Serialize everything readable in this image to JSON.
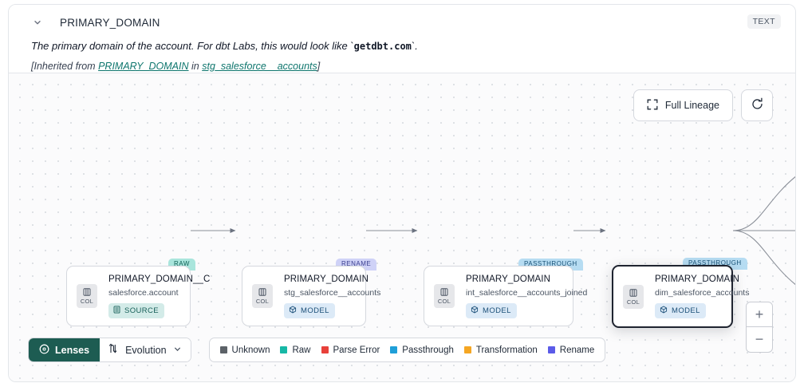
{
  "header": {
    "chevron_icon": "chevron-down-icon",
    "title": "PRIMARY_DOMAIN",
    "type_badge": "TEXT",
    "description_prefix": "The primary domain of the account. For dbt Labs, this would look like `",
    "description_code": "getdbt.com",
    "description_suffix": "`.",
    "inherit_open": "[Inherited from ",
    "inherit_link_column": "PRIMARY_DOMAIN",
    "inherit_mid": " in ",
    "inherit_link_model": "stg_salesforce__accounts",
    "inherit_close": "]"
  },
  "controls": {
    "full_lineage_label": "Full Lineage",
    "full_lineage_icon": "expand-icon",
    "refresh_icon": "refresh-icon",
    "zoom_in_label": "+",
    "zoom_out_label": "−"
  },
  "graph": {
    "col_badge_label": "COL",
    "nodes": [
      {
        "kind_pill": "RAW",
        "kind_class": "pill-raw",
        "title": "PRIMARY_DOMAIN__C",
        "subtitle": "salesforce.account",
        "badge_label": "SOURCE",
        "badge_class": "badge-source",
        "badge_icon": "database-icon",
        "selected": false
      },
      {
        "kind_pill": "RENAME",
        "kind_class": "pill-rename",
        "title": "PRIMARY_DOMAIN",
        "subtitle": "stg_salesforce__accounts",
        "badge_label": "MODEL",
        "badge_class": "badge-model",
        "badge_icon": "cube-icon",
        "selected": false
      },
      {
        "kind_pill": "PASSTHROUGH",
        "kind_class": "pill-passthrough",
        "title": "PRIMARY_DOMAIN",
        "subtitle": "int_salesforce__accounts_joined",
        "badge_label": "MODEL",
        "badge_class": "badge-model",
        "badge_icon": "cube-icon",
        "selected": false
      },
      {
        "kind_pill": "PASSTHROUGH",
        "kind_class": "pill-passthrough",
        "title": "PRIMARY_DOMAIN",
        "subtitle": "dim_salesforce_accounts",
        "badge_label": "MODEL",
        "badge_class": "badge-model",
        "badge_icon": "cube-icon",
        "selected": true
      }
    ]
  },
  "bottom": {
    "lenses_label": "Lenses",
    "lenses_icon": "lens-icon",
    "evolution_label": "Evolution",
    "evolution_icon": "evolution-arrows-icon",
    "evolution_caret": "chevron-down-icon",
    "legend": [
      {
        "label": "Unknown",
        "color": "#5c6268"
      },
      {
        "label": "Raw",
        "color": "#17b8a6"
      },
      {
        "label": "Parse Error",
        "color": "#e8403a"
      },
      {
        "label": "Passthrough",
        "color": "#1f9fd8"
      },
      {
        "label": "Transformation",
        "color": "#f5a623"
      },
      {
        "label": "Rename",
        "color": "#5b5be8"
      }
    ]
  }
}
